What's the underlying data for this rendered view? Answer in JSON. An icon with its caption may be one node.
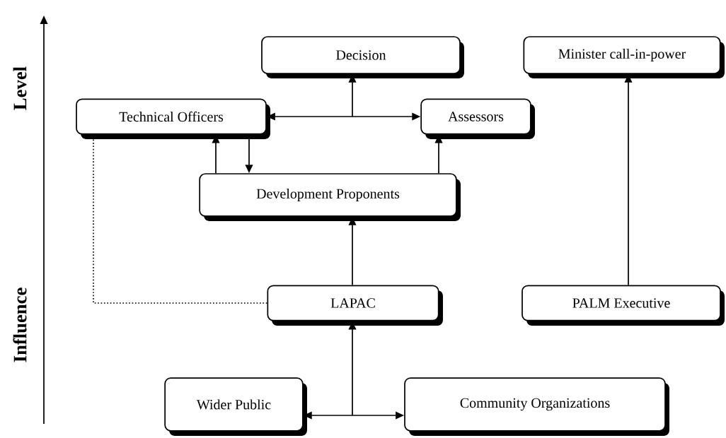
{
  "diagram": {
    "nodes": [
      {
        "text": [
          "Decision"
        ]
      },
      {
        "text": [
          "Minister call-in-power"
        ]
      },
      {
        "text": [
          "Technical Officers"
        ]
      },
      {
        "text": [
          "Assessors"
        ]
      },
      {
        "text": [
          "Development Proponents"
        ]
      },
      {
        "text": [
          "LAPAC"
        ]
      },
      {
        "text": [
          "PALM Executive"
        ]
      },
      {
        "text": [
          "Wider Public"
        ]
      },
      {
        "text": [
          "Community Organizations"
        ]
      }
    ],
    "edges": [
      {
        "from": 2,
        "to": 0,
        "arrow": "both"
      },
      {
        "from": 3,
        "to": 0,
        "arrow": "both"
      },
      {
        "from": 4,
        "to": 2,
        "arrow": "to"
      },
      {
        "from": 2,
        "to": 4,
        "arrow": "to"
      },
      {
        "from": 4,
        "to": 3,
        "arrow": "to"
      },
      {
        "from": 5,
        "to": 4,
        "arrow": "to"
      },
      {
        "from": 6,
        "to": 1,
        "arrow": "to"
      },
      {
        "from": 5,
        "to": 2,
        "arrow": "none",
        "style": "dashed"
      },
      {
        "from": 7,
        "to": 5,
        "arrow": "both"
      },
      {
        "from": 8,
        "to": 5,
        "arrow": "both"
      }
    ],
    "labels": [
      "Influence",
      "Level"
    ]
  }
}
